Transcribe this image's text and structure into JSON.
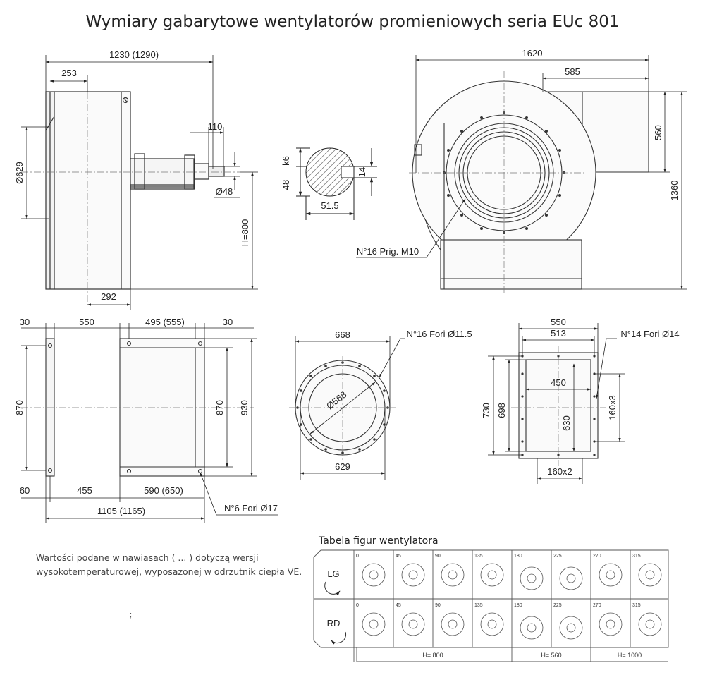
{
  "title": "Wymiary gabarytowe wentylatorów promieniowych seria EUc 801",
  "side_view": {
    "overall_length": "1230 (1290)",
    "inlet_offset": "253",
    "inlet_diameter": "Ø629",
    "shaft_length": "110",
    "shaft_diameter": "Ø48",
    "height": "H=800",
    "foot_width": "292"
  },
  "shaft_section": {
    "key_height": "k6",
    "diameter_text": "48",
    "key_width": "14",
    "key_depth": "51.5"
  },
  "front_view": {
    "width": "1620",
    "outlet_width": "585",
    "outlet_height": "560",
    "total_height": "1360",
    "threads": "N°16 Prig. M10"
  },
  "base_view": {
    "dims_top": [
      "30",
      "550",
      "495 (555)",
      "30"
    ],
    "left_height": "870",
    "right_inner_height": "870",
    "right_outer_height": "930",
    "dims_bottom": [
      "60",
      "455",
      "590 (650)"
    ],
    "overall": "1105 (1165)",
    "holes": "N°6 Fori Ø17"
  },
  "inlet_flange": {
    "outer": "668",
    "bolt_circle": "Ø568",
    "inner": "629",
    "holes": "N°16 Fori Ø11.5"
  },
  "outlet_flange": {
    "outer_width": "550",
    "inner_width": "513",
    "hole_spacing": "450",
    "outer_height": "730",
    "inner_height": "698",
    "inner_height_2": "630",
    "vertical_pitch": "160x3",
    "horizontal_pitch": "160x2",
    "holes": "N°14 Fori Ø14"
  },
  "note": {
    "line1": "Wartości podane w nawiasach ( ... ) dotyczą wersji",
    "line2": "wysokotemperaturowej, wyposazonej w odrzutnik ciepła VE.",
    "stray": ";"
  },
  "figure_table": {
    "title": "Tabela figur wentylatora",
    "rows": [
      "LG",
      "RD"
    ],
    "angles": [
      "0",
      "45",
      "90",
      "135",
      "180",
      "225",
      "270",
      "315"
    ],
    "heights": [
      "H= 800",
      "H= 560",
      "H= 1000"
    ]
  }
}
